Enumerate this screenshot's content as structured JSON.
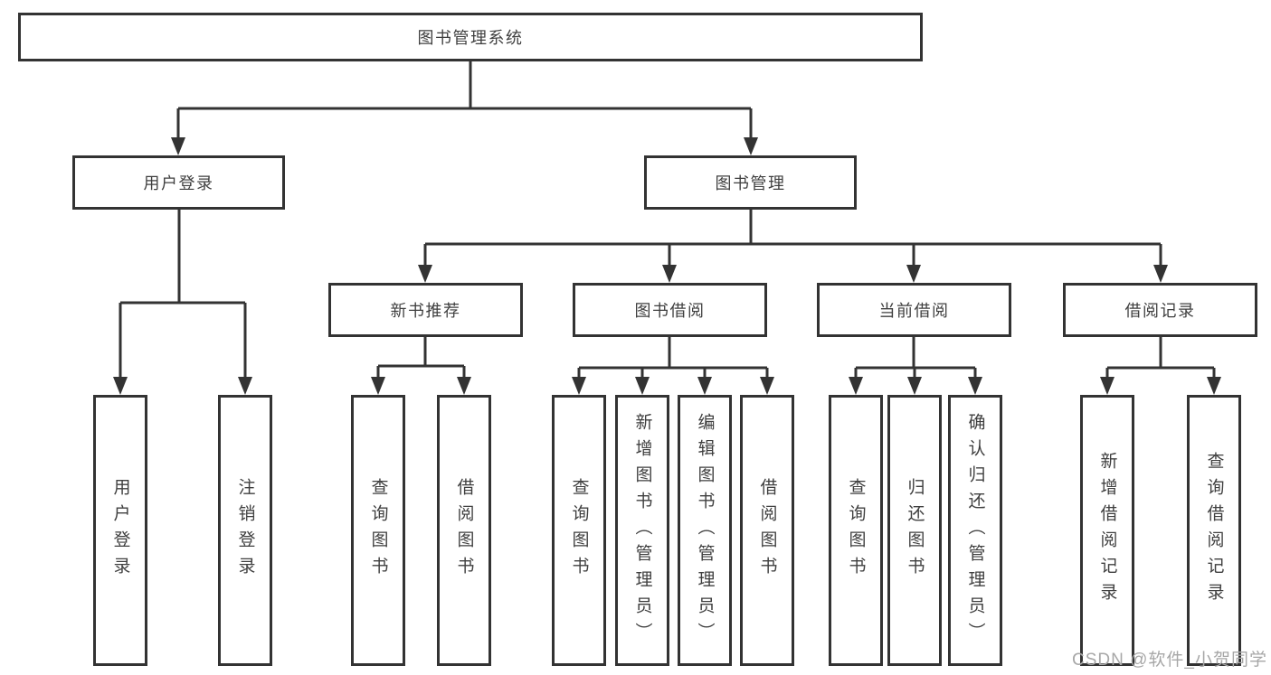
{
  "colors": {
    "line": "#333333",
    "box_border": "#333333",
    "box_text": "#3f3f3f",
    "background": "#ffffff",
    "watermark": "#a7a7a7"
  },
  "tree": {
    "label": "图书管理系统",
    "children": [
      {
        "label": "用户登录",
        "children": [
          {
            "label": "用户登录"
          },
          {
            "label": "注销登录"
          }
        ]
      },
      {
        "label": "图书管理",
        "children": [
          {
            "label": "新书推荐",
            "children": [
              {
                "label": "查询图书"
              },
              {
                "label": "借阅图书"
              }
            ]
          },
          {
            "label": "图书借阅",
            "children": [
              {
                "label": "查询图书"
              },
              {
                "label": "新增图书（管理员）"
              },
              {
                "label": "编辑图书（管理员）"
              },
              {
                "label": "借阅图书"
              }
            ]
          },
          {
            "label": "当前借阅",
            "children": [
              {
                "label": "查询图书"
              },
              {
                "label": "归还图书"
              },
              {
                "label": "确认归还（管理员）"
              }
            ]
          },
          {
            "label": "借阅记录",
            "children": [
              {
                "label": "新增借阅记录"
              },
              {
                "label": "查询借阅记录"
              }
            ]
          }
        ]
      }
    ]
  },
  "watermark": {
    "text": "CSDN @软件_小贺同学"
  }
}
